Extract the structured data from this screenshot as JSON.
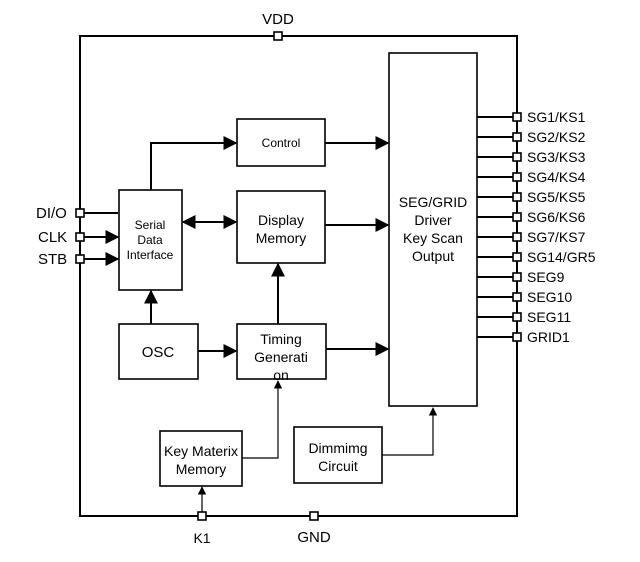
{
  "pins": {
    "vdd": "VDD",
    "gnd": "GND",
    "k1": "K1",
    "dio": "DI/O",
    "clk": "CLK",
    "stb": "STB"
  },
  "blocks": {
    "control": "Control",
    "serial": [
      "Serial",
      "Data",
      "Interface"
    ],
    "display": [
      "Display",
      "Memory"
    ],
    "osc": "OSC",
    "timing": [
      "Timing",
      "Generati",
      "on"
    ],
    "keymatrix": [
      "Key Materix",
      "Memory"
    ],
    "dimming": [
      "Dimmimg",
      "Circuit"
    ],
    "driver": [
      "SEG/GRID",
      "Driver",
      "Key Scan",
      "Output"
    ]
  },
  "outputs": [
    "SG1/KS1",
    "SG2/KS2",
    "SG3/KS3",
    "SG4/KS4",
    "SG5/KS5",
    "SG6/KS6",
    "SG7/KS7",
    "SG14/GR5",
    "SEG9",
    "SEG10",
    "SEG11",
    "GRID1"
  ]
}
